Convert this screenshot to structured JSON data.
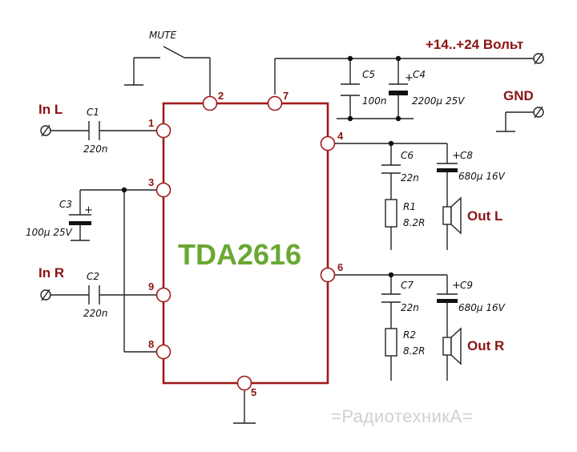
{
  "chip": {
    "name": "TDA2616",
    "color": "#6aa832"
  },
  "supply": {
    "label": "+14..+24 Вольт"
  },
  "ground": {
    "label": "GND"
  },
  "mute": {
    "label": "MUTE"
  },
  "inputs": {
    "left": "In L",
    "right": "In R"
  },
  "outputs": {
    "left": "Out L",
    "right": "Out R"
  },
  "pins": {
    "p1": "1",
    "p2": "2",
    "p3": "3",
    "p4": "4",
    "p5": "5",
    "p6": "6",
    "p7": "7",
    "p8": "8",
    "p9": "9"
  },
  "components": {
    "c1": {
      "name": "C1",
      "value": "220n"
    },
    "c2": {
      "name": "C2",
      "value": "220n"
    },
    "c3": {
      "name": "C3",
      "value": "100µ 25V"
    },
    "c4": {
      "name": "C4",
      "value": "2200µ 25V"
    },
    "c5": {
      "name": "C5",
      "value": "100n"
    },
    "c6": {
      "name": "C6",
      "value": "22n"
    },
    "c7": {
      "name": "C7",
      "value": "22n"
    },
    "c8": {
      "name": "C8",
      "value": "680µ 16V"
    },
    "c9": {
      "name": "C9",
      "value": "680µ 16V"
    },
    "r1": {
      "name": "R1",
      "value": "8.2R"
    },
    "r2": {
      "name": "R2",
      "value": "8.2R"
    }
  },
  "polarity_mark": "+",
  "watermark": "=РадиотехникА=",
  "colors": {
    "ic_outline": "#a01a1a",
    "labels": "#8a1414",
    "wire": "#222222"
  }
}
